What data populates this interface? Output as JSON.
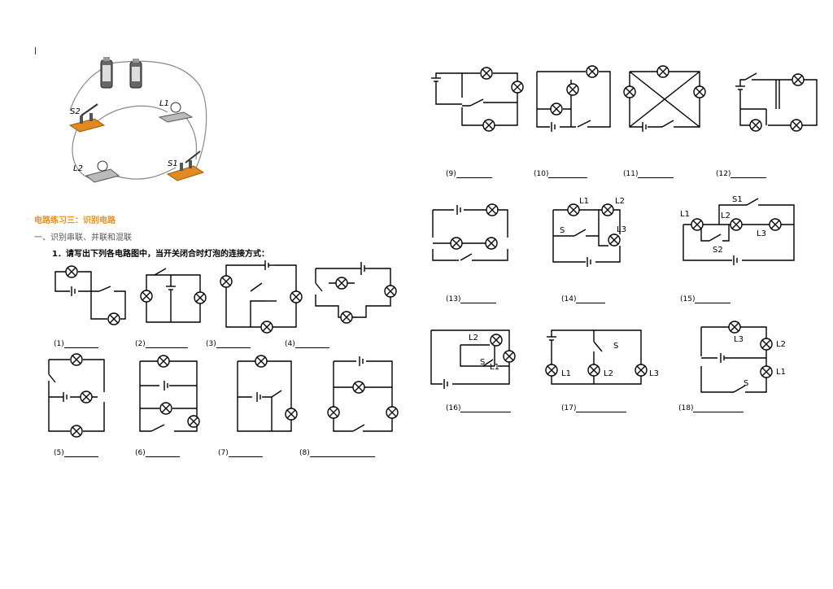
{
  "header": {
    "title": "电路练习三：识别电路",
    "subtitle": "一、识别串联、并联和混联",
    "question": "1．请写出下列各电路图中，当开关闭合时灯泡的连接方式："
  },
  "photo_labels": {
    "s2": "S2",
    "l1": "L1",
    "l2": "L2",
    "s1": "S1"
  },
  "figures": [
    {
      "number": "(1)",
      "blank": ""
    },
    {
      "number": "(2)",
      "blank": ""
    },
    {
      "number": "(3)",
      "blank": ""
    },
    {
      "number": "(4)",
      "blank": ""
    },
    {
      "number": "(5)",
      "blank": ""
    },
    {
      "number": "(6)",
      "blank": ""
    },
    {
      "number": "(7)",
      "blank": ""
    },
    {
      "number": "(8)",
      "blank": ""
    },
    {
      "number": "(9)",
      "blank": ""
    },
    {
      "number": "(10)",
      "blank": ""
    },
    {
      "number": "(11)",
      "blank": ""
    },
    {
      "number": "(12)",
      "blank": ""
    },
    {
      "number": "(13)",
      "blank": ""
    },
    {
      "number": "(14)",
      "blank": ""
    },
    {
      "number": "(15)",
      "blank": ""
    },
    {
      "number": "(16)",
      "blank": ""
    },
    {
      "number": "(17)",
      "blank": ""
    },
    {
      "number": "(18)",
      "blank": ""
    }
  ],
  "circuit_labels": {
    "f14": {
      "l1": "L1",
      "l2": "L2",
      "l3": "L3",
      "s": "S"
    },
    "f15": {
      "l1": "L1",
      "l2": "L2",
      "l3": "L3",
      "s1": "S1",
      "s2": "S2"
    },
    "f16": {
      "l1": "L1",
      "l2": "L2",
      "s": "S"
    },
    "f17": {
      "l1": "L1",
      "l2": "L2",
      "l3": "L3",
      "s": "S"
    },
    "f18": {
      "l1": "L1",
      "l2": "L2",
      "l3": "L3",
      "s": "S"
    }
  }
}
